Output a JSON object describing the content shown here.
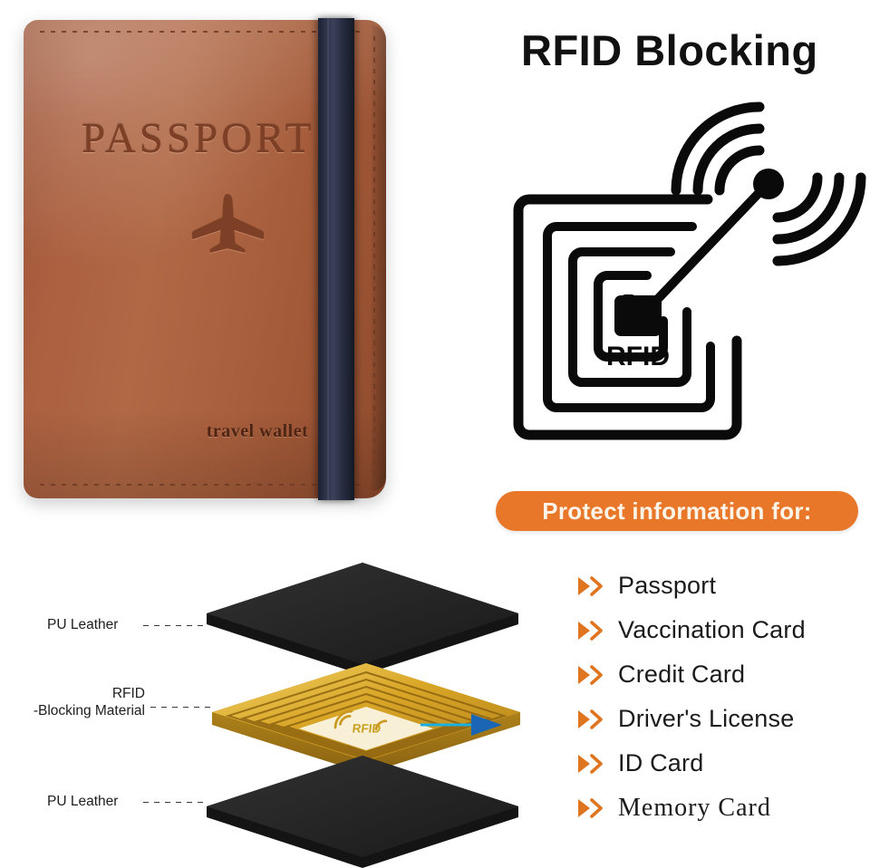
{
  "headline": "RFID Blocking",
  "colors": {
    "accent_orange": "#e8772a",
    "banner_text": "#fdf3e6",
    "leather_brown": "#a9603f",
    "elastic_navy": "#242a3d",
    "gold": "#d8a72a",
    "black_layer": "#1c1c1c",
    "arrow_blue": "#1a66b5",
    "text_dark": "#1b1b1b"
  },
  "product_photo": {
    "name": "passport-travel-wallet",
    "emboss_title": "PASSPORT",
    "emboss_subtitle": "travel wallet",
    "airplane_icon": "airplane-icon",
    "elastic_band": "elastic-closure-band"
  },
  "rfid_icon": {
    "name": "rfid-tag-icon",
    "label": "RFID"
  },
  "protect": {
    "banner_label": "Protect information for:",
    "bullet_icon": "double-chevron-icon",
    "items": [
      {
        "label": "Passport",
        "style": "sans"
      },
      {
        "label": "Vaccination Card",
        "style": "sans"
      },
      {
        "label": "Credit Card",
        "style": "sans"
      },
      {
        "label": "Driver's License",
        "style": "sans"
      },
      {
        "label": "ID Card",
        "style": "sans"
      },
      {
        "label": "Memory Card",
        "style": "serif"
      }
    ]
  },
  "exploded_diagram": {
    "name": "material-layer-diagram",
    "layers": [
      {
        "id": "top-pu-leather",
        "label": "PU Leather",
        "label_line2": "",
        "material": "black-pu-leather"
      },
      {
        "id": "rfid-blocking-material",
        "label": "RFID",
        "label_line2": "-Blocking Material",
        "material": "gold-rfid-foil"
      },
      {
        "id": "bottom-pu-leather",
        "label": "PU Leather",
        "label_line2": "",
        "material": "black-pu-leather"
      }
    ],
    "foil_mark": "RFID",
    "signal_arrow": "blue-signal-arrow"
  }
}
